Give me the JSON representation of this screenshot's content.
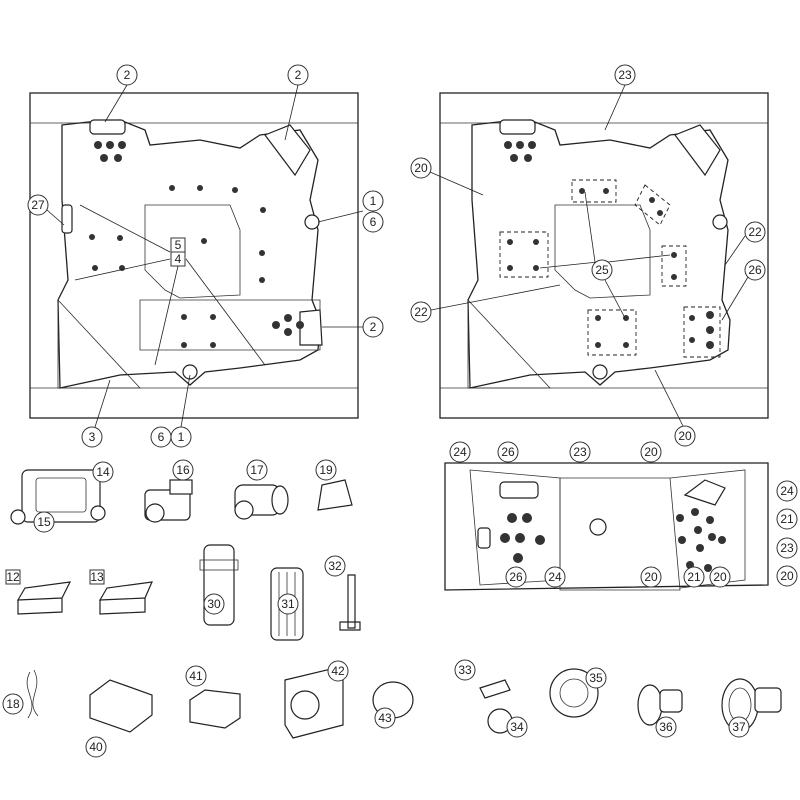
{
  "diagram": {
    "title": "Hot tub exploded parts diagram",
    "callouts_top_left_tub": [
      "2",
      "2",
      "27",
      "1",
      "6",
      "5",
      "4",
      "2",
      "3",
      "6",
      "1"
    ],
    "callouts_top_right_tub": [
      "23",
      "20",
      "22",
      "25",
      "26",
      "22",
      "20"
    ],
    "callouts_side_view": [
      "24",
      "26",
      "23",
      "20",
      "24",
      "21",
      "23",
      "20",
      "26",
      "24",
      "20",
      "21",
      "20"
    ],
    "callouts_parts": [
      "14",
      "15",
      "16",
      "17",
      "19",
      "12",
      "13",
      "30",
      "31",
      "32",
      "18",
      "40",
      "41",
      "42",
      "43",
      "33",
      "34",
      "35",
      "36",
      "37"
    ]
  }
}
